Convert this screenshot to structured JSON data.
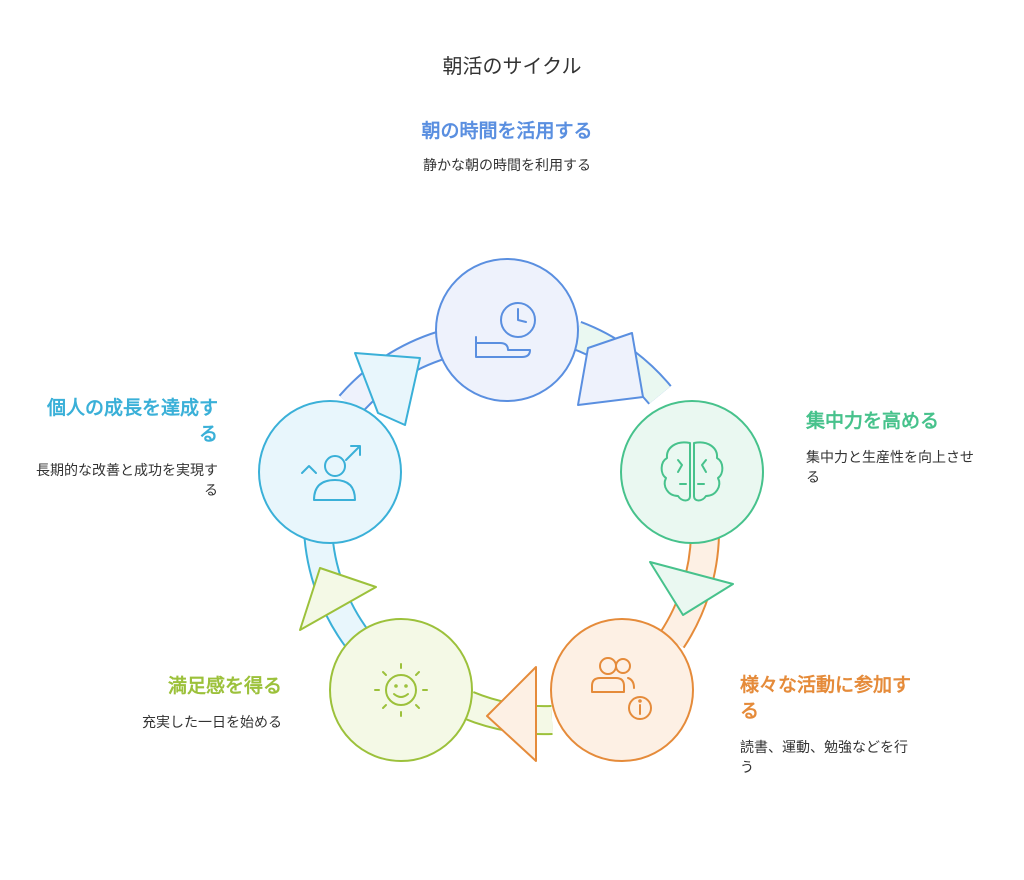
{
  "title": "朝活のサイクル",
  "steps": [
    {
      "title": "朝の時間を活用する",
      "description": "静かな朝の時間を利用する",
      "color": "#5a8fe0",
      "fill": "#eef2fc",
      "icon": "hand-clock-icon"
    },
    {
      "title": "集中力を高める",
      "description": "集中力と生産性を向上させる",
      "color": "#47c28c",
      "fill": "#eaf8f1",
      "icon": "brain-icon"
    },
    {
      "title": "様々な活動に参加する",
      "description": "読書、運動、勉強などを行う",
      "color": "#e58b3a",
      "fill": "#fdf0e4",
      "icon": "people-info-icon"
    },
    {
      "title": "満足感を得る",
      "description": "充実した一日を始める",
      "color": "#9cc13b",
      "fill": "#f4f9e6",
      "icon": "smiling-sun-icon"
    },
    {
      "title": "個人の成長を達成する",
      "description": "長期的な改善と成功を実現する",
      "color": "#3ab0d8",
      "fill": "#e8f6fc",
      "icon": "person-growth-arrow-icon"
    }
  ]
}
